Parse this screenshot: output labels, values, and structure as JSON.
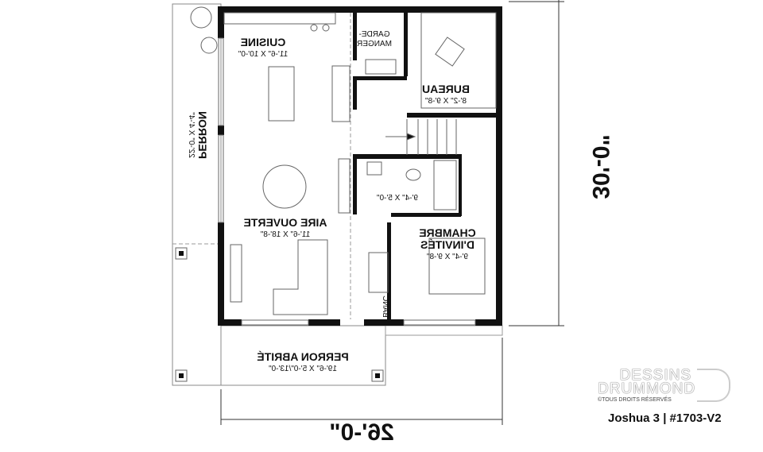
{
  "rooms": {
    "kitchen": {
      "name": "CUISINE",
      "size": "11'-6\" X 10'-0\""
    },
    "pantry": {
      "name_line1": "GARDE-",
      "name_line2": "MANGER"
    },
    "office": {
      "name": "BUREAU",
      "size": "8'-2\" X 9'-8\""
    },
    "open_area": {
      "name": "AIRE OUVERTE",
      "size": "11'-6\" X 18'-8\""
    },
    "bathroom": {
      "size": "9'-4\" X 5'-0\""
    },
    "guest_room": {
      "name_line1": "CHAMBRE",
      "name_line2": "D'INVITÉS",
      "size": "9'-4\" X 9'-8\""
    },
    "bench": {
      "name": "BANC"
    },
    "covered_porch": {
      "name": "PERRON ABRITÉ",
      "size": "19'-6\" X 5'-0\"/13'-0\""
    },
    "side_porch": {
      "name": "PERRON",
      "size": "22'-0\" X 4'-4\""
    }
  },
  "dimensions": {
    "depth": "30'-0\"",
    "width": "26'-0\""
  },
  "branding": {
    "line1": "DESSINS",
    "line2": "DRUMMOND",
    "rights": "©TOUS DROITS RÉSERVÉS",
    "plan_name": "Joshua 3 | #1703-V2"
  }
}
